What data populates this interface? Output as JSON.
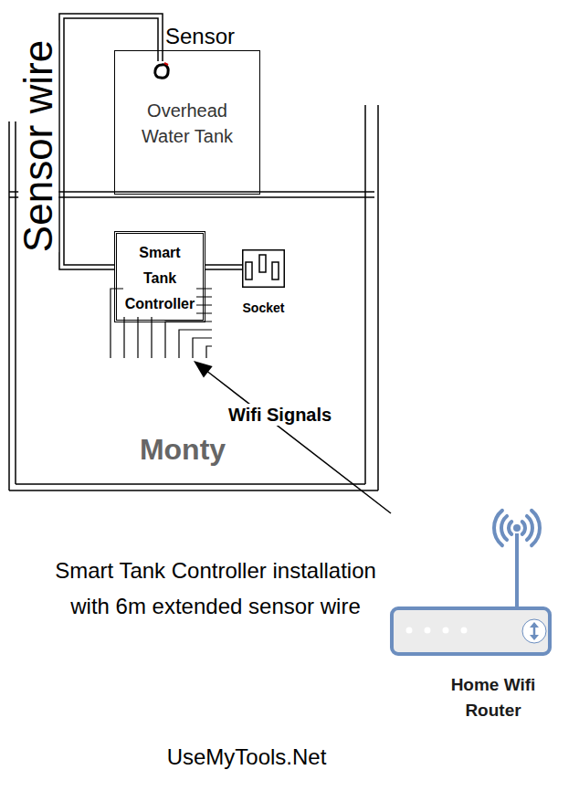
{
  "diagram": {
    "caption": "Smart Tank Controller installation with 6m extended sensor wire",
    "nodes": [
      {
        "text": [
          "Monty"
        ]
      },
      {
        "text": [
          "Overhead Water Tank"
        ],
        "in": 0
      },
      {
        "text": [
          "Sensor"
        ],
        "in": 1
      },
      {
        "text": [
          "Smart Tank Controller"
        ],
        "in": 0
      },
      {
        "text": [
          "Socket"
        ],
        "in": 0
      },
      {
        "text": [
          "Home Wifi Router"
        ]
      }
    ],
    "edges": [
      {
        "from": 2,
        "to": 3,
        "arrow": "none",
        "label": "Sensor wire"
      },
      {
        "from": 3,
        "to": 4,
        "arrow": "none"
      },
      {
        "from": 5,
        "to": 3,
        "arrow": "to",
        "label": "Wifi Signals"
      }
    ],
    "labels": [
      "UseMyTools.Net"
    ]
  }
}
